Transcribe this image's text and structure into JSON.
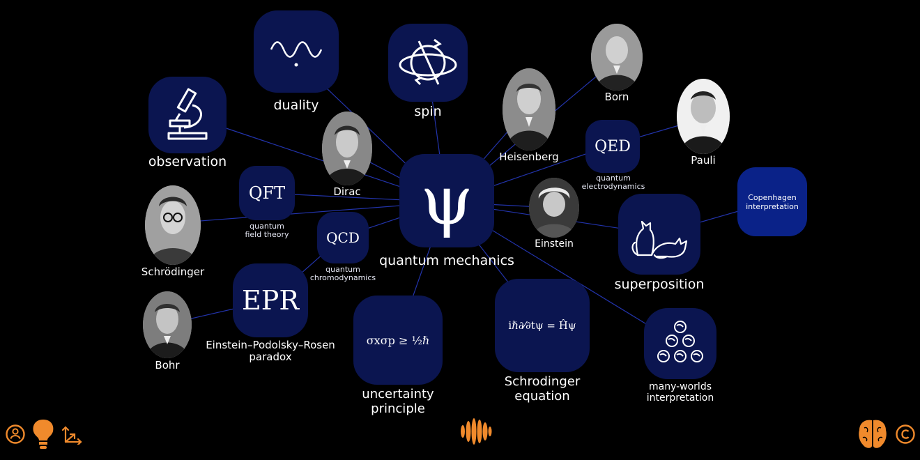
{
  "colors": {
    "background": "#000000",
    "tile": "#0b1550",
    "tile_highlight": "#0a2288",
    "edge": "#2233aa",
    "toolbar_icon": "#f08a2c"
  },
  "center": {
    "label": "quantum mechanics",
    "symbol": "ψ"
  },
  "concepts": {
    "duality": {
      "label": "duality",
      "icon": "wave-particle-icon"
    },
    "spin": {
      "label": "spin",
      "icon": "spin-orbit-icon"
    },
    "observation": {
      "label": "observation",
      "icon": "microscope-icon"
    },
    "superposition": {
      "label": "superposition",
      "icon": "cats-icon"
    },
    "many_worlds": {
      "label_line1": "many-worlds",
      "label_line2": "interpretation",
      "icon": "worlds-icon"
    },
    "copenhagen": {
      "text_line1": "Copenhagen",
      "text_line2": "interpretation"
    },
    "qed": {
      "abbr": "QED",
      "line1": "quantum",
      "line2": "electrodynamics"
    },
    "qft": {
      "abbr": "QFT",
      "line1": "quantum",
      "line2": "field theory"
    },
    "qcd": {
      "abbr": "QCD",
      "line1": "quantum",
      "line2": "chromodynamics"
    },
    "epr": {
      "abbr": "EPR",
      "line1": "Einstein–Podolsky–Rosen",
      "line2": "paradox"
    },
    "uncertainty": {
      "formula": "σxσp ≥ ½ℏ",
      "line1": "uncertainty",
      "line2": "principle"
    },
    "schrodinger_eq": {
      "formula": "iℏ∂⁄∂tψ = Ĥψ",
      "line1": "Schrodinger",
      "line2": "equation"
    }
  },
  "people": {
    "born": "Born",
    "heisenberg": "Heisenberg",
    "pauli": "Pauli",
    "dirac": "Dirac",
    "einstein": "Einstein",
    "schrodinger": "Schrödinger",
    "bohr": "Bohr"
  },
  "toolbar": {
    "left": [
      "person-icon",
      "lightbulb-icon",
      "axes-icon"
    ],
    "center": "waveform-icon",
    "right": [
      "brain-icon",
      "copyright-icon"
    ]
  }
}
